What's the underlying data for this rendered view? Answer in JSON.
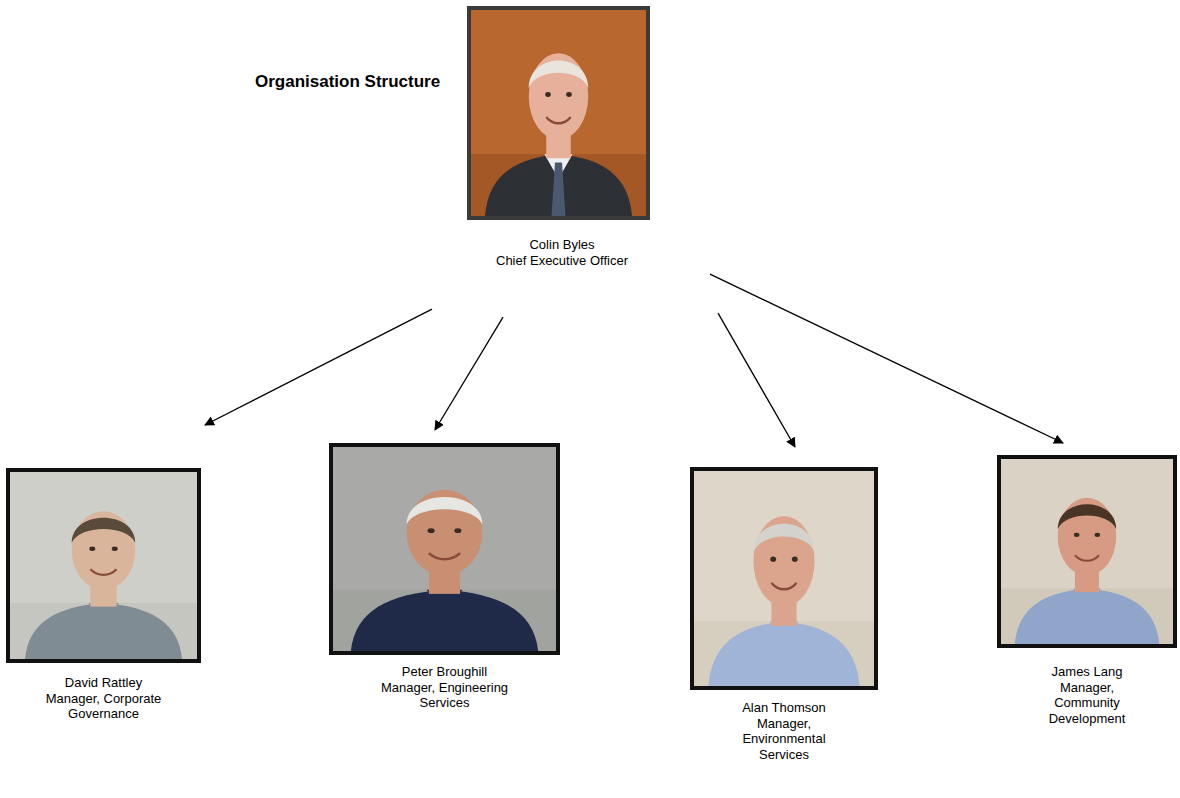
{
  "diagram": {
    "title": "Organisation Structure",
    "nodes": [
      {
        "text": [
          "Colin Byles",
          "Chief Executive Officer"
        ]
      },
      {
        "text": [
          "David Rattley",
          "Manager, Corporate Governance"
        ]
      },
      {
        "text": [
          "Peter Broughill",
          "Manager, Engineering Services"
        ]
      },
      {
        "text": [
          "Alan Thomson",
          "Manager, Environmental Services"
        ]
      },
      {
        "text": [
          "James Lang",
          "Manager, Community Development"
        ]
      }
    ],
    "edges": [
      {
        "from": 0,
        "to": 1,
        "arrow": "to"
      },
      {
        "from": 0,
        "to": 2,
        "arrow": "to"
      },
      {
        "from": 0,
        "to": 3,
        "arrow": "to"
      },
      {
        "from": 0,
        "to": 4,
        "arrow": "to"
      }
    ]
  }
}
